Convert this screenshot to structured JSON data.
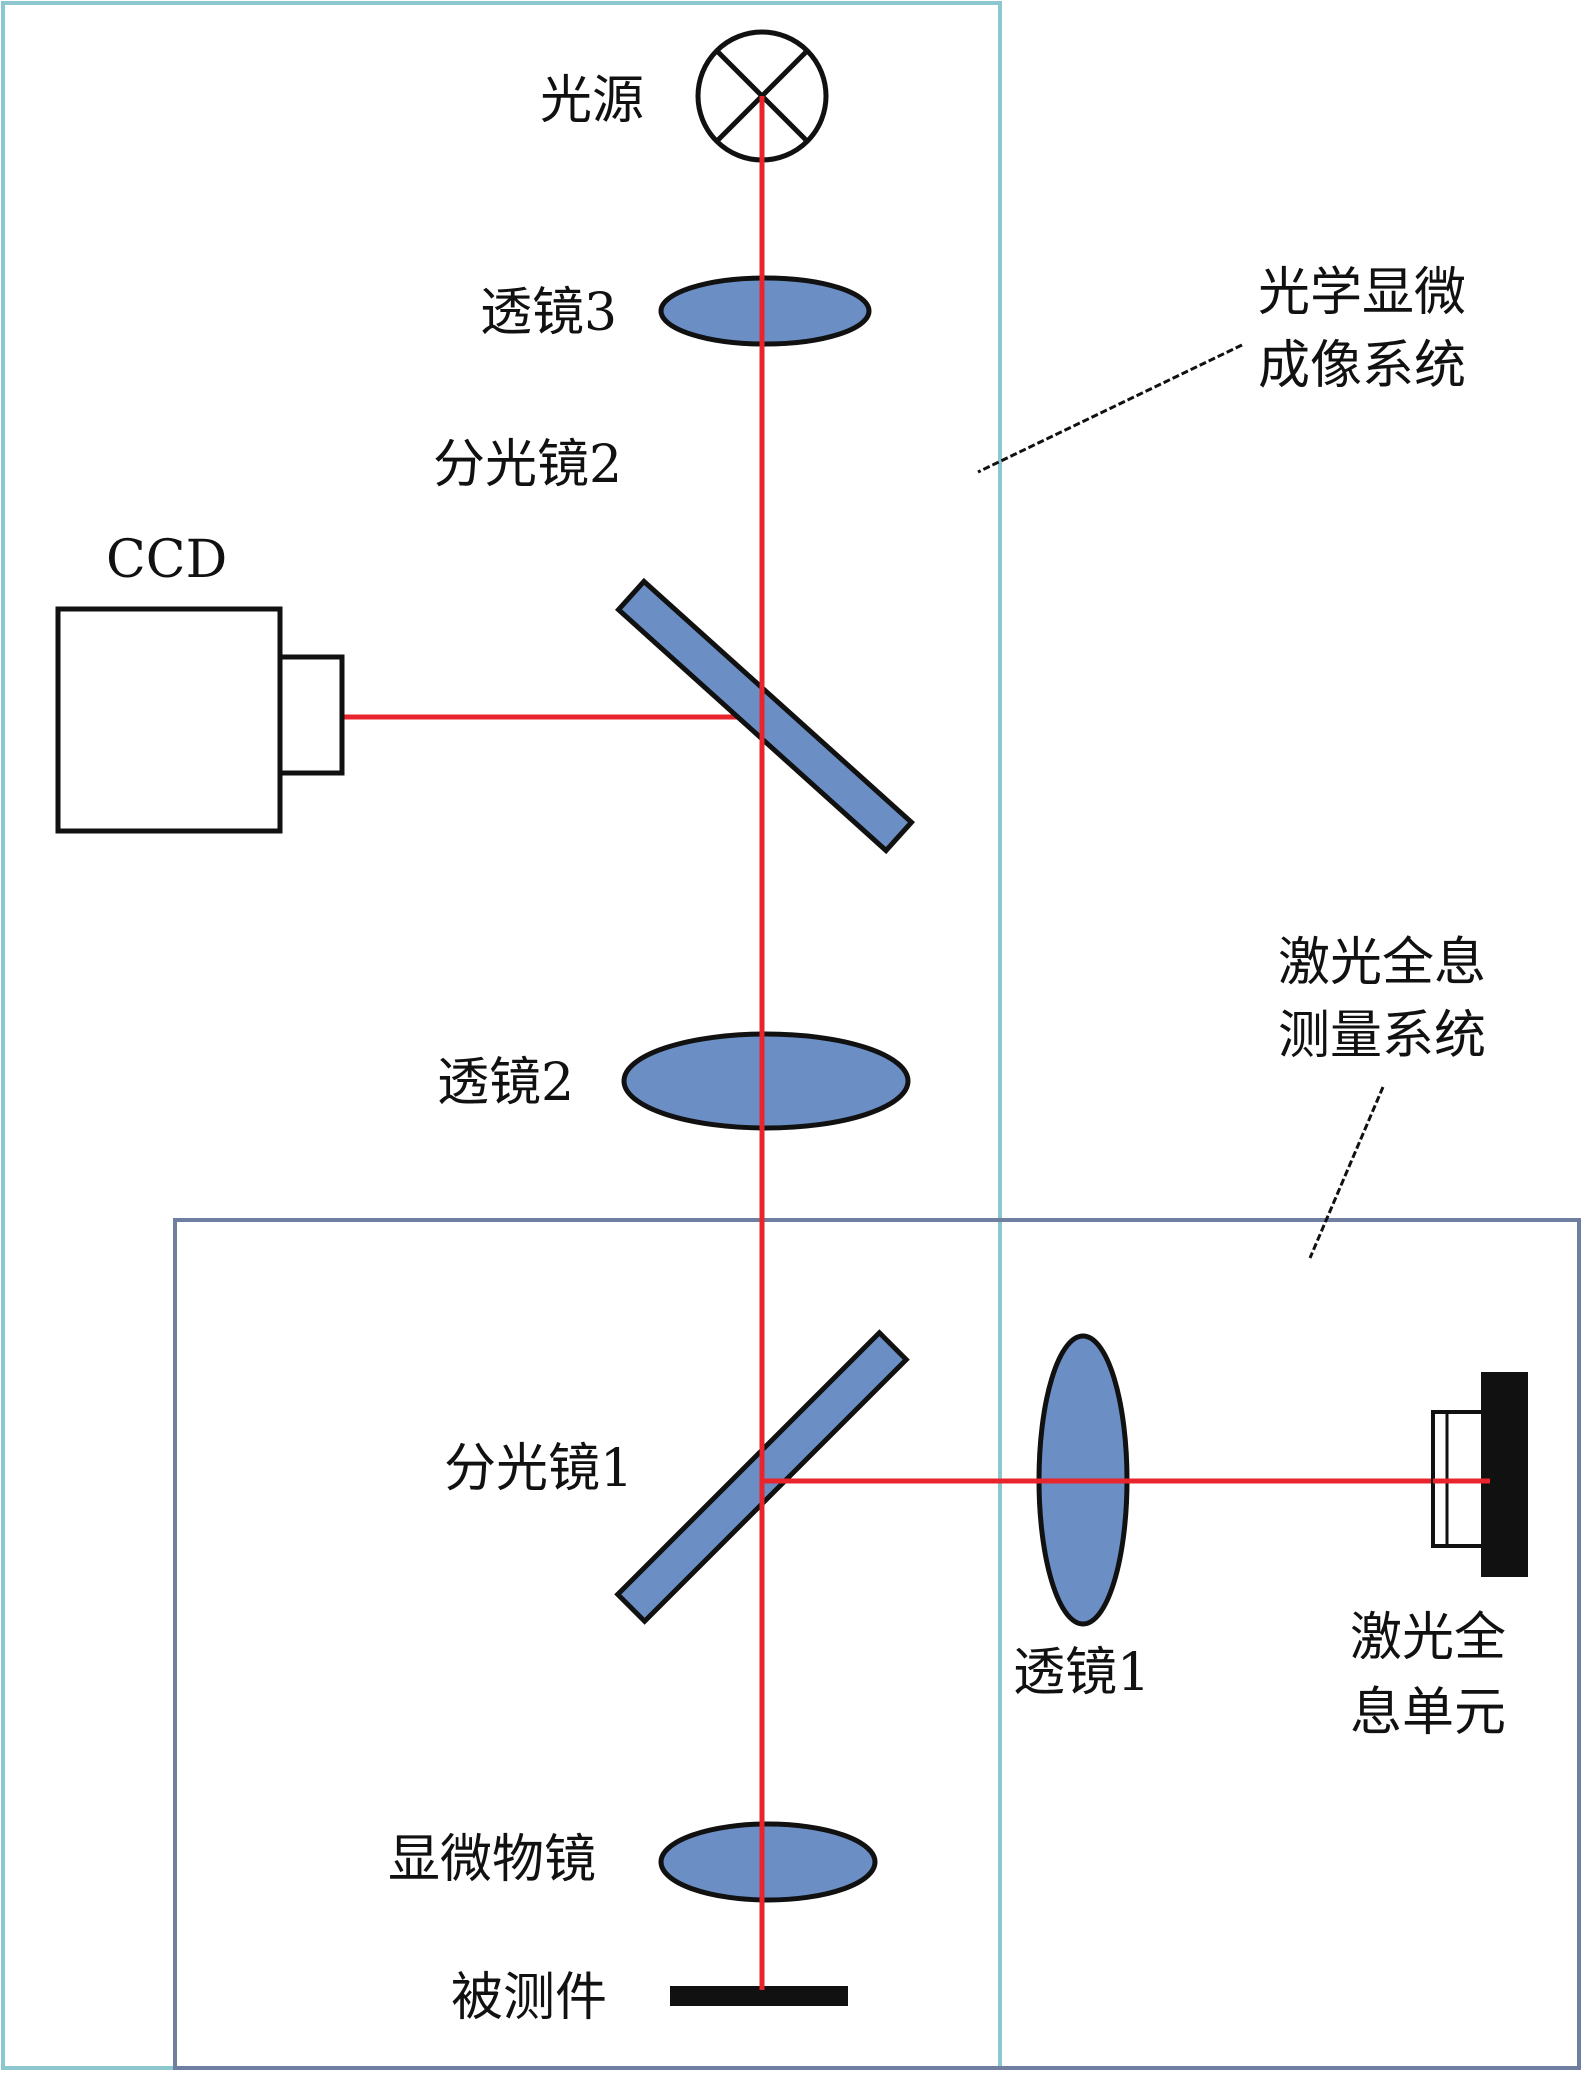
{
  "labels": {
    "light_source": "光源",
    "lens3": "透镜3",
    "optical_system_line1": "光学显微",
    "optical_system_line2": "成像系统",
    "beam_splitter2": "分光镜2",
    "ccd": "CCD",
    "laser_system_line1": "激光全息",
    "laser_system_line2": "测量系统",
    "lens2": "透镜2",
    "beam_splitter1": "分光镜1",
    "lens1": "透镜1",
    "holo_unit_line1": "激光全",
    "holo_unit_line2": "息单元",
    "objective": "显微物镜",
    "specimen": "被测件"
  },
  "colors": {
    "beam": "#e8242c",
    "optic_fill": "#6b8fc4",
    "optical_system_frame": "#8cc6cf",
    "laser_system_frame": "#6e7fa0",
    "outline": "#111111",
    "specimen": "#111111"
  }
}
